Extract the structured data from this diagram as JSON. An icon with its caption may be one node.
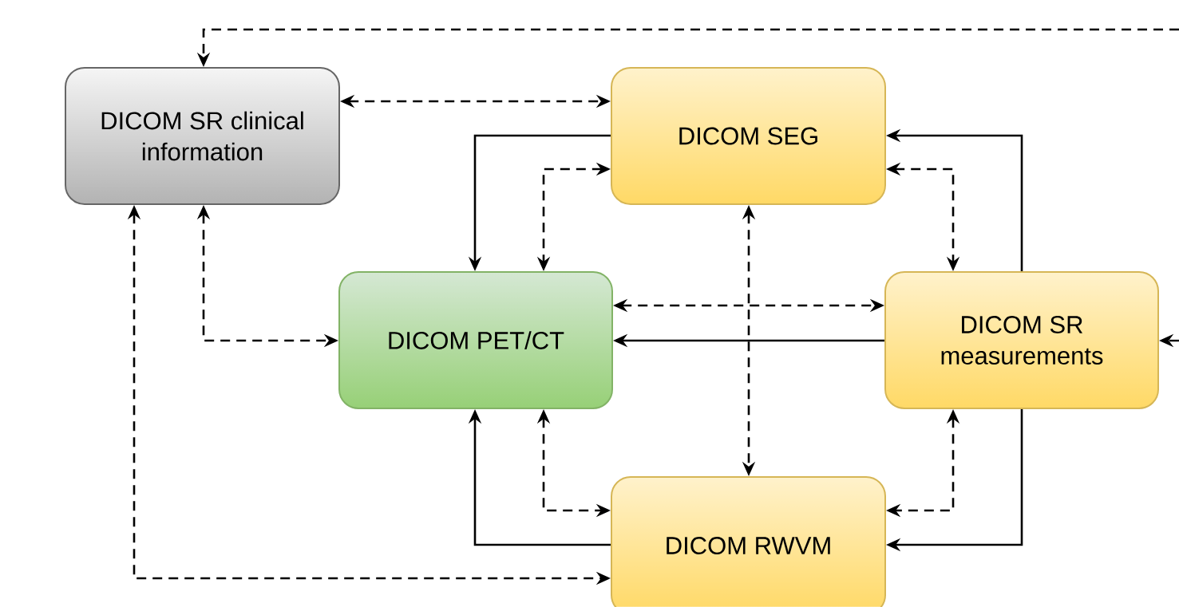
{
  "diagram": {
    "nodes": [
      {
        "text": [
          "DICOM SR clinical information"
        ]
      },
      {
        "text": [
          "DICOM SEG"
        ]
      },
      {
        "text": [
          "DICOM PET/CT"
        ]
      },
      {
        "text": [
          "DICOM SR measurements"
        ]
      },
      {
        "text": [
          "DICOM RWVM"
        ]
      }
    ],
    "edges": [
      {
        "from": 0,
        "to": 1,
        "arrow": "both",
        "style": "dashed"
      },
      {
        "from": null,
        "to": 0,
        "arrow": "to",
        "style": "dashed"
      },
      {
        "from": 1,
        "to": 2,
        "arrow": "to"
      },
      {
        "from": 1,
        "to": 2,
        "arrow": "both",
        "style": "dashed"
      },
      {
        "from": 3,
        "to": 1,
        "arrow": "to"
      },
      {
        "from": 1,
        "to": 3,
        "arrow": "both",
        "style": "dashed"
      },
      {
        "from": 0,
        "to": 2,
        "arrow": "both",
        "style": "dashed"
      },
      {
        "from": 0,
        "to": 4,
        "arrow": "both",
        "style": "dashed"
      },
      {
        "from": 2,
        "to": 3,
        "arrow": "both",
        "style": "dashed"
      },
      {
        "from": 3,
        "to": 2,
        "arrow": "to"
      },
      {
        "from": 1,
        "to": 4,
        "arrow": "both",
        "style": "dashed"
      },
      {
        "from": 4,
        "to": 2,
        "arrow": "to"
      },
      {
        "from": 2,
        "to": 4,
        "arrow": "both",
        "style": "dashed"
      },
      {
        "from": 3,
        "to": 4,
        "arrow": "both",
        "style": "dashed"
      },
      {
        "from": 3,
        "to": 4,
        "arrow": "to"
      },
      {
        "from": null,
        "to": 3,
        "arrow": "to",
        "style": "dashed"
      }
    ]
  }
}
